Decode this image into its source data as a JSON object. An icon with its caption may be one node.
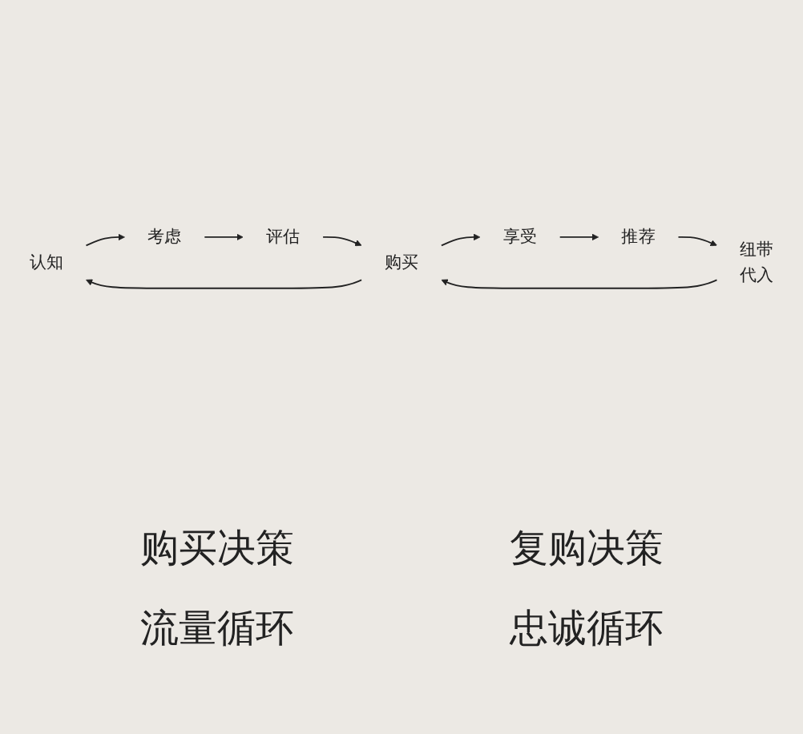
{
  "diagram": {
    "nodes": [
      {
        "text": [
          "认知"
        ]
      },
      {
        "text": [
          "考虑"
        ]
      },
      {
        "text": [
          "评估"
        ]
      },
      {
        "text": [
          "购买"
        ]
      },
      {
        "text": [
          "享受"
        ]
      },
      {
        "text": [
          "推荐"
        ]
      },
      {
        "text": [
          "纽带",
          "代入"
        ]
      }
    ],
    "edges": [
      {
        "from": 0,
        "to": 1,
        "arrow": "to"
      },
      {
        "from": 1,
        "to": 2,
        "arrow": "to"
      },
      {
        "from": 2,
        "to": 3,
        "arrow": "to"
      },
      {
        "from": 3,
        "to": 0,
        "arrow": "to"
      },
      {
        "from": 3,
        "to": 4,
        "arrow": "to"
      },
      {
        "from": 4,
        "to": 5,
        "arrow": "to"
      },
      {
        "from": 5,
        "to": 6,
        "arrow": "to"
      },
      {
        "from": 6,
        "to": 3,
        "arrow": "to"
      }
    ],
    "labels": [
      "购买决策",
      "流量循环",
      "复购决策",
      "忠诚循环"
    ]
  }
}
